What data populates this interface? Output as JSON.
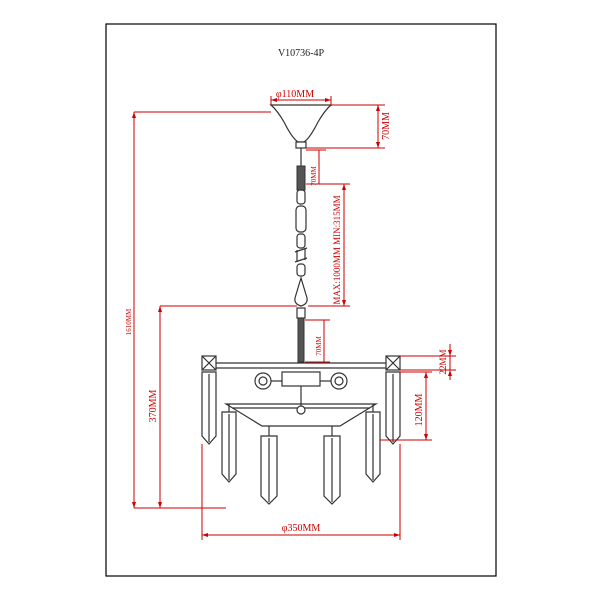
{
  "drawing": {
    "model": "V10736-4P",
    "canopy_diameter": "φ110MM",
    "canopy_height": "70MM",
    "chain_top_gap": "70MM",
    "chain_length": "MAX:1000MM MIN:315MM",
    "total_height": "1610MM",
    "rod_length": "70MM",
    "frame_top": "22MM",
    "body_height": "370MM",
    "crystal_height": "120MM",
    "body_diameter": "φ350MM"
  },
  "colors": {
    "dimension": "#cc0000",
    "outline": "#333333",
    "frame": "#000000"
  }
}
